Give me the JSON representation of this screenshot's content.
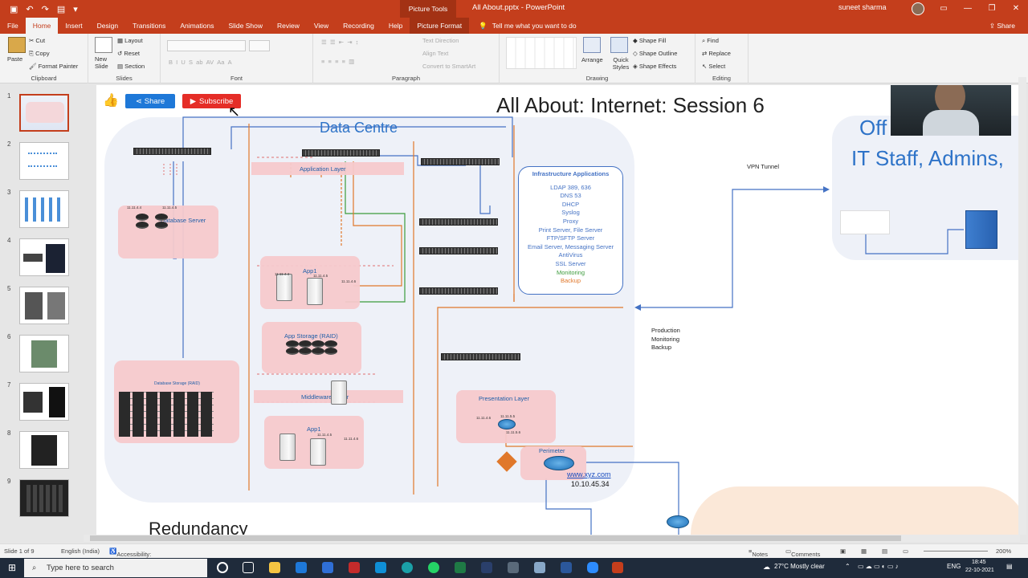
{
  "window": {
    "picture_tools": "Picture Tools",
    "title": "All About.pptx  -  PowerPoint",
    "user": "suneet sharma"
  },
  "tabs": [
    "File",
    "Home",
    "Insert",
    "Design",
    "Transitions",
    "Animations",
    "Slide Show",
    "Review",
    "View",
    "Recording",
    "Help",
    "Picture Format"
  ],
  "tell_me": "Tell me what you want to do",
  "share": "Share",
  "ribbon": {
    "clipboard": {
      "paste": "Paste",
      "cut": "Cut",
      "copy": "Copy",
      "format_painter": "Format Painter",
      "label": "Clipboard"
    },
    "slides": {
      "new_slide": "New Slide",
      "layout": "Layout",
      "reset": "Reset",
      "section": "Section",
      "label": "Slides"
    },
    "font": {
      "label": "Font"
    },
    "paragraph": {
      "text_direction": "Text Direction",
      "align_text": "Align Text",
      "smartart": "Convert to SmartArt",
      "label": "Paragraph"
    },
    "drawing": {
      "arrange": "Arrange",
      "quick_styles": "Quick Styles",
      "shape_fill": "Shape Fill",
      "shape_outline": "Shape Outline",
      "shape_effects": "Shape Effects",
      "label": "Drawing"
    },
    "editing": {
      "find": "Find",
      "replace": "Replace",
      "select": "Select",
      "label": "Editing"
    }
  },
  "thumbnails": [
    "1",
    "2",
    "3",
    "4",
    "5",
    "6",
    "7",
    "8",
    "9"
  ],
  "slide": {
    "share_button": "Share",
    "subscribe_button": "Subscribe",
    "title": "All About: Internet: Session 6",
    "data_centre": "Data Centre",
    "application_layer": "Application Layer",
    "database_server": "Database Server",
    "app1_top": "App1",
    "app_storage": "App Storage (RAID)",
    "database_storage": "Database Storage (RAID)",
    "middleware_layer": "Middleware Layer",
    "app1_bottom": "App1",
    "presentation_layer": "Presentation Layer",
    "perimeter": "Perimeter",
    "website": "www.xyz.com",
    "public_ip": "10.10.45.34",
    "vpn_tunnel": "VPN Tunnel",
    "production_notes": [
      "Production",
      "Monitoring",
      "Backup"
    ],
    "office_line1": "Off",
    "office_line2": "IT Staff, Admins,",
    "redundancy": "Redundancy",
    "infra_title": "Infrastructure Applications",
    "infra_items": [
      "LDAP 389, 636",
      "DNS 53",
      "DHCP",
      "Syslog",
      "Proxy",
      "Print Server, File Server",
      "FTP/SFTP Server",
      "Email Server, Messaging Server",
      "AntiVirus",
      "SSL Server"
    ],
    "infra_monitoring": "Monitoring",
    "infra_backup": "Backup",
    "ip_a": "11.11.4.4",
    "ip_b": "11.11.4.5",
    "ip_c": "11.11.4.6",
    "ip_d": "11.11.5.5",
    "ip_e": "11.11.5.6"
  },
  "status": {
    "slide_of": "Slide 1 of 9",
    "language": "English (India)",
    "accessibility": "Accessibility: Investigate",
    "notes": "Notes",
    "comments": "Comments",
    "zoom": "200%"
  },
  "taskbar": {
    "search_placeholder": "Type here to search",
    "weather": "27°C  Mostly clear",
    "lang": "ENG",
    "time": "18:45",
    "date": "22-10-2021"
  },
  "colors": {
    "accent": "#c43e1c",
    "diagram_blue": "#4472c4",
    "pink_layer": "#f5c9cc",
    "monitoring_green": "#3c9b3c",
    "backup_orange": "#e0782b"
  }
}
